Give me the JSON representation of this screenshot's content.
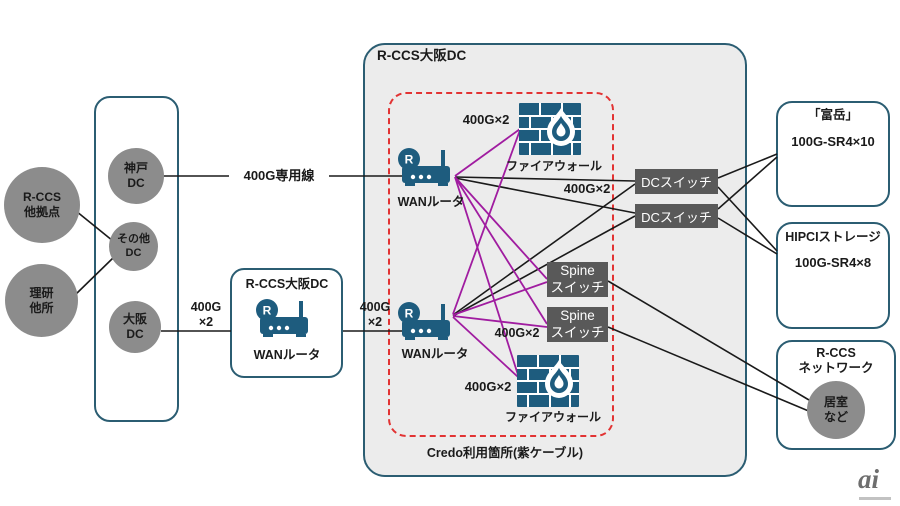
{
  "colors": {
    "device_teal": "#1e5c7e",
    "node_gray": "#8c8c8c",
    "switch_gray": "#595959",
    "cable_purple": "#a01ca0",
    "cable_black": "#1a1a1a",
    "dc_box_fill": "#ececec",
    "box_border": "#2b5d72",
    "credo_dashed_red": "#e23333"
  },
  "left_nodes": {
    "rccs_other_sites": "R-CCS\n他拠点",
    "riken_other": "理研\n他所",
    "kobe_dc": "神戸\nDC",
    "other_dc": "その他\nDC",
    "osaka_dc": "大阪\nDC"
  },
  "links": {
    "dedicated_line": "400G専用線",
    "g400x2_left": "400G\n×2",
    "g400x2_mid": "400G\n×2",
    "g400x2_fw1": "400G×2",
    "g400x2_dc": "400G×2",
    "g400x2_spine": "400G×2",
    "g400x2_fw2": "400G×2"
  },
  "osaka_edge_box": {
    "title": "R-CCS大阪DC",
    "router_label": "WANルータ"
  },
  "main_dc": {
    "title": "R-CCS大阪DC",
    "router1_label": "WANルータ",
    "router2_label": "WANルータ",
    "firewall1_label": "ファイアウォール",
    "firewall2_label": "ファイアウォール",
    "dc_switch1": "DCスイッチ",
    "dc_switch2": "DCスイッチ",
    "spine_switch1": "Spine\nスイッチ",
    "spine_switch2": "Spine\nスイッチ",
    "credo_note": "Credo利用箇所(紫ケーブル)"
  },
  "right_nodes": {
    "fugaku_title": "「富岳」",
    "fugaku_spec": "100G-SR4×10",
    "hpci_title": "HIPCIストレージ",
    "hpci_spec": "100G-SR4×8",
    "network_title": "R-CCS\nネットワーク",
    "network_circle": "居室\nなど"
  },
  "icons": {
    "router_badge": "R"
  },
  "logo_text": "ai"
}
